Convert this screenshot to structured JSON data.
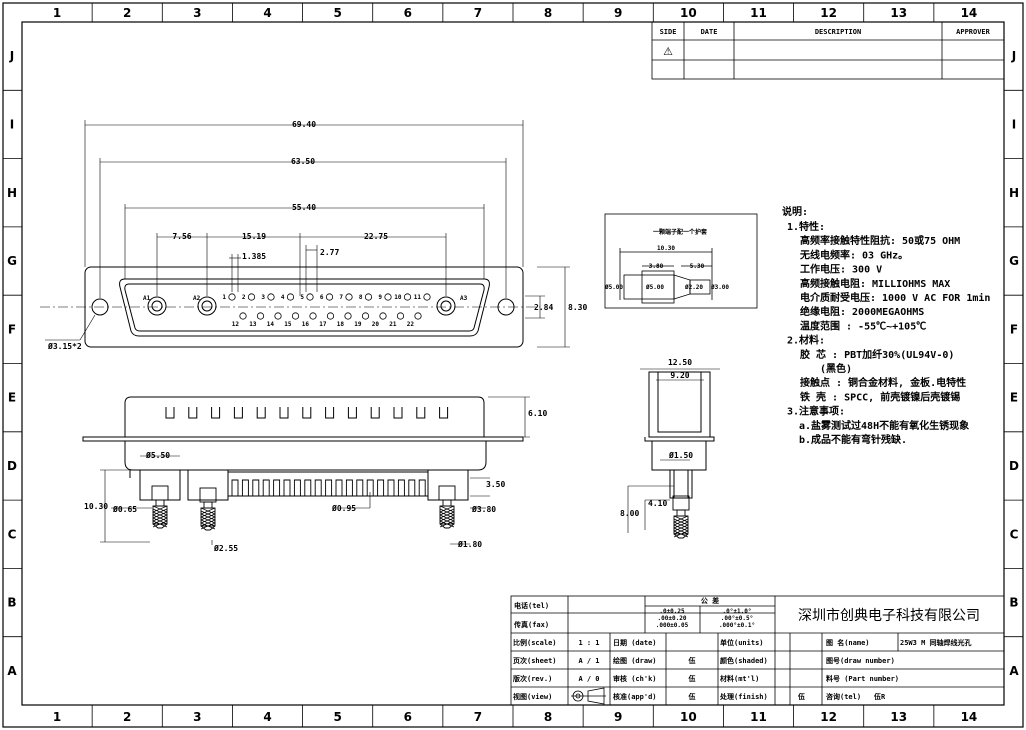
{
  "zones": {
    "columns": [
      "1",
      "2",
      "3",
      "4",
      "5",
      "6",
      "7",
      "8",
      "9",
      "10",
      "11",
      "12",
      "13",
      "14"
    ],
    "rows": [
      "J",
      "I",
      "H",
      "G",
      "F",
      "E",
      "D",
      "C",
      "B",
      "A"
    ]
  },
  "revision_table": {
    "side": "SIDE",
    "date": "DATE",
    "description": "DESCRIPTION",
    "approver": "APPROVER",
    "mark": "⚠"
  },
  "dimensions": {
    "overall": "69.40",
    "flange": "63.50",
    "body": "55.40",
    "pitch_a": "7.56",
    "pitch_b": "15.19",
    "pitch_c": "22.75",
    "pin_pitch": "2.77",
    "half_pitch": "1.385",
    "height_a": "2.84",
    "height_b": "8.30",
    "mount_hole": "Ø3.15*2",
    "depth": "6.10",
    "coax_dia": "Ø5.50",
    "total_h": "10.30",
    "wire": "Ø0.65",
    "pin_dia": "Ø0.95",
    "sleeve": "Ø2.55",
    "ferrule": "Ø3.80",
    "tip": "Ø1.80",
    "tail": "3.50",
    "side_w": "12.50",
    "side_inner": "9.20",
    "side_hole": "Ø1.50",
    "side_h": "8.00",
    "side_step": "4.10",
    "pin_labels_top": [
      "1",
      "2",
      "3",
      "4",
      "5",
      "6",
      "7",
      "8",
      "9",
      "10",
      "11"
    ],
    "pin_labels_bottom": [
      "12",
      "13",
      "14",
      "15",
      "16",
      "17",
      "18",
      "19",
      "20",
      "21",
      "22"
    ],
    "coax_labels": [
      "A1",
      "A2",
      "A3"
    ]
  },
  "detail": {
    "title": "一颗端子配一个护套",
    "d1": "10.30",
    "d2": "3.80",
    "d3": "5.30",
    "d4": "Ø5.00",
    "d5": "Ø5.00",
    "d6": "Ø2.20",
    "d7": "Ø3.00"
  },
  "notes": {
    "heading": "说明:",
    "lines": [
      "1.特性:",
      "高频率接触特性阻抗: 50或75 OHM",
      "无线电频率: 03 GHz。",
      "工作电压: 300 V",
      "高频接触电阻: MILLIOHMS MAX",
      "电介质耐受电压: 1000 V AC FOR 1min",
      "绝缘电阻: 2000MEGAOHMS",
      "温度范围 : -55℃~+105℃",
      "2.材料:",
      "胶 芯 : PBT加纤30%(UL94V-0)",
      "(黑色)",
      "接触点 : 铜合金材料, 金板.电特性",
      "铁 壳 : SPCC, 前壳镀镍后壳镀锡",
      "3.注意事项:",
      "a.盐雾测试过48H不能有氧化生锈现象",
      "b.成品不能有弯针残缺."
    ]
  },
  "title_block": {
    "tel": "电话(tel)",
    "fax": "传真(fax)",
    "tolerance": "公 差",
    "tol_1": ".0±0.25",
    "tol_2": ".00±0.20",
    "tol_3": ".000±0.05",
    "tol_4": ".0°±1.0°",
    "tol_5": ".00°±0.5°",
    "tol_6": ".000°±0.1°",
    "company": "深圳市创典电子科技有限公司",
    "scale_label": "比例(scale)",
    "scale": "1 : 1",
    "date_label": "日期 (date)",
    "units_label": "单位(units)",
    "name_label": "图 名(name)",
    "name": "25W3 M 同轴焊线光孔",
    "sheet_label": "页次(sheet)",
    "sheet": "A / 1",
    "drawn_label": "绘图 (draw)",
    "drawn": "伍",
    "shaded_label": "颜色(shaded)",
    "drawing_no_label": "图号(draw number)",
    "rev_label": "版次(rev.)",
    "rev": "A / 0",
    "check_label": "审核 (ch'k)",
    "check": "伍",
    "material_label": "材料(mt'l)",
    "part_label": "料号 (Part number)",
    "view_label": "视图(view)",
    "approve_label": "核准(app'd)",
    "approve": "伍",
    "finish_label": "处理(finish)",
    "finish": "伍",
    "contact_label": "咨询(tel)",
    "contact": "伍R"
  }
}
